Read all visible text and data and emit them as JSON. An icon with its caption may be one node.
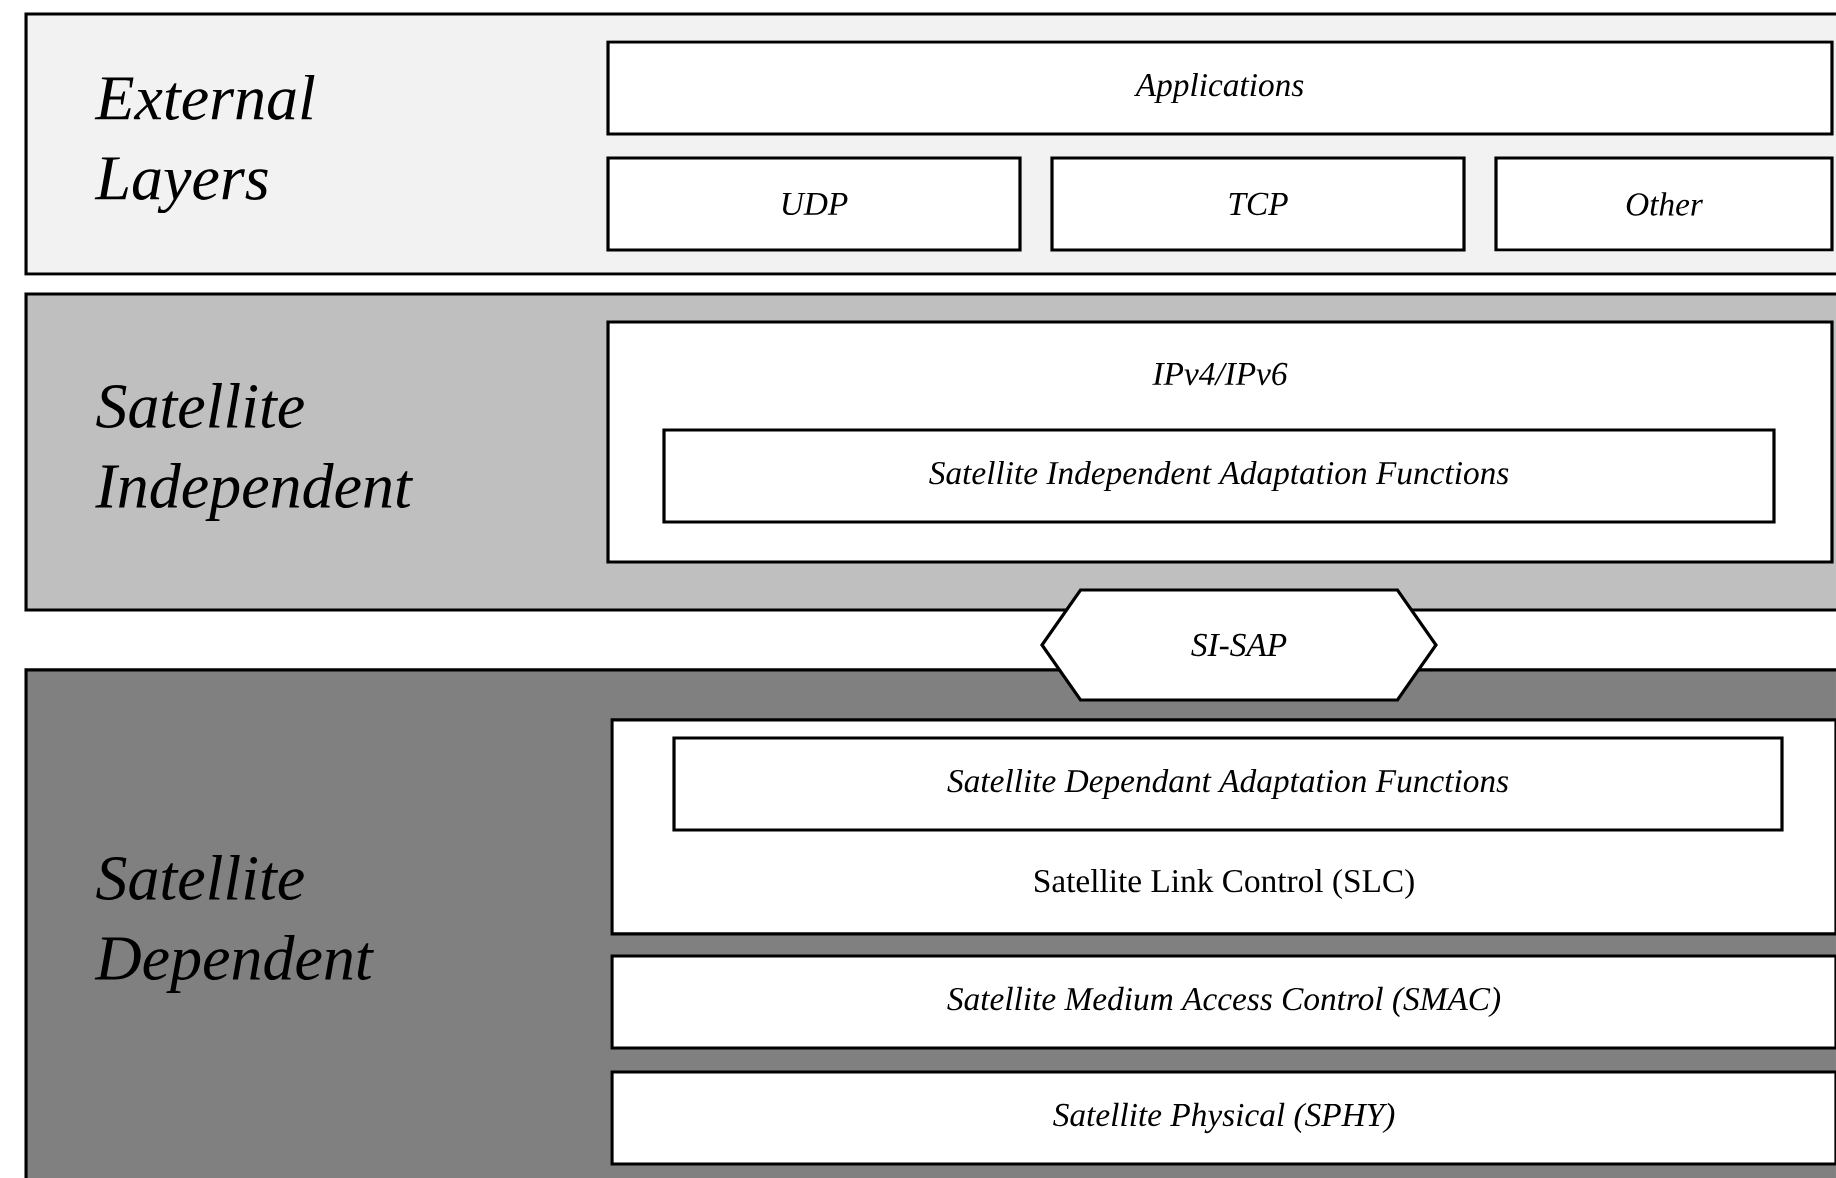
{
  "diagram": {
    "nodes": [
      {
        "text": [
          "External Layers"
        ]
      },
      {
        "text": [
          "Applications"
        ],
        "in": 0
      },
      {
        "text": [
          "UDP"
        ],
        "in": 0
      },
      {
        "text": [
          "TCP"
        ],
        "in": 0
      },
      {
        "text": [
          "Other"
        ],
        "in": 0
      },
      {
        "text": [
          "Satellite Independent"
        ]
      },
      {
        "text": [
          "IPv4/IPv6"
        ],
        "in": 5
      },
      {
        "text": [
          "Satellite Independent Adaptation Functions"
        ],
        "in": 6
      },
      {
        "text": [
          "SI-SAP"
        ]
      },
      {
        "text": [
          "Satellite Dependent"
        ]
      },
      {
        "text": [
          "Satellite Link Control (SLC)"
        ],
        "in": 9
      },
      {
        "text": [
          "Satellite Dependant Adaptation Functions"
        ],
        "in": 10
      },
      {
        "text": [
          "Satellite Medium Access Control (SMAC)"
        ],
        "in": 9
      },
      {
        "text": [
          "Satellite Physical (SPHY)"
        ],
        "in": 9
      }
    ]
  }
}
